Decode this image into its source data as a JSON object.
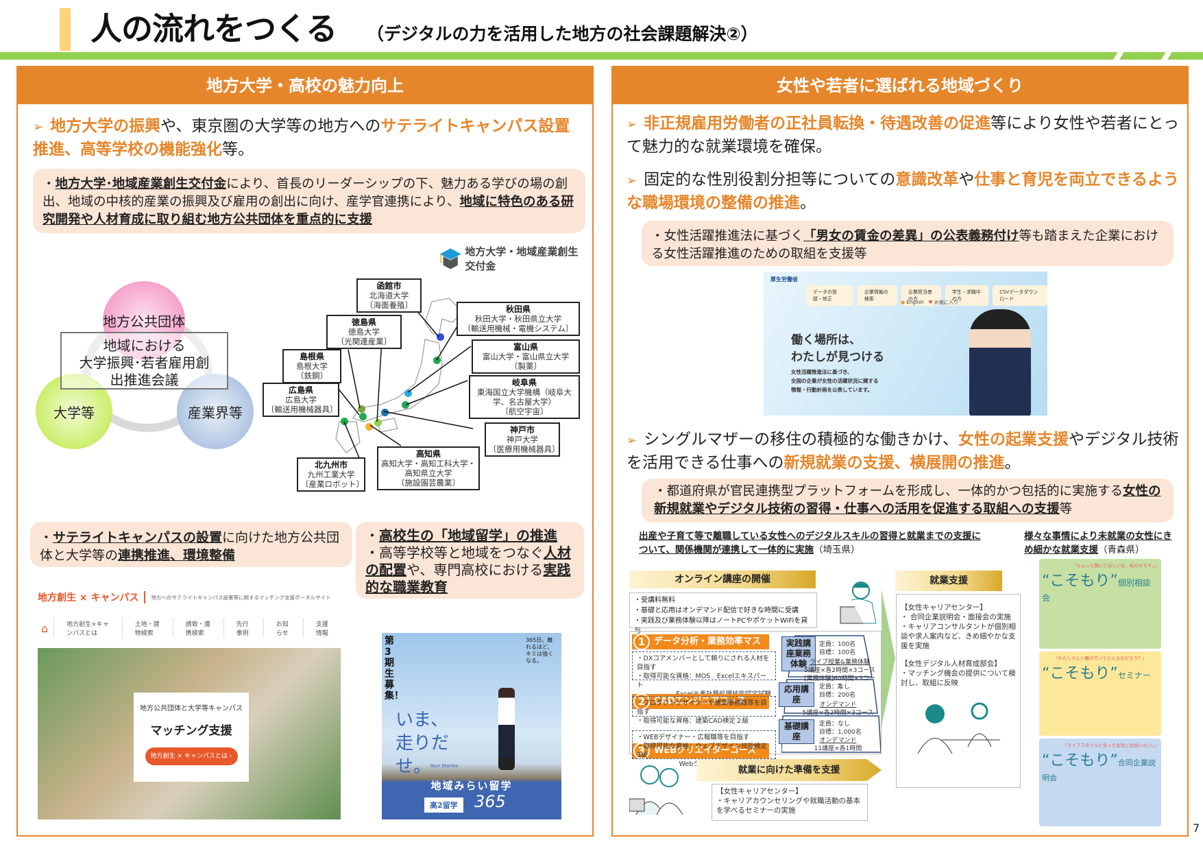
{
  "header": {
    "title": "人の流れをつくる",
    "subtitle": "（デジタルの力を活用した地方の社会課題解決②）"
  },
  "left": {
    "heading": "地方大学・高校の魅力向上",
    "lead": {
      "hl1": "地方大学の振興",
      "t1": "や、東京圏の大学等の地方への",
      "hl2": "サテライトキャンパス設置推進、高等学校の機能強化",
      "t2": "等。"
    },
    "box1": {
      "bullet": "・",
      "u1": "地方大学･地域産業創生交付金",
      "t1": "により、首長のリーダーシップの下、魅力ある学びの場の創出、地域の中核的産業の振興及び雇用の創出に向け、産学官連携により、",
      "u2": "地域に特色のある研究開発や人材育成に取り組む地方公共団体を重点的に支援"
    },
    "grant_logo": "地方大学・地域産業創生交付金",
    "venn": {
      "top": "地方公共団体",
      "left": "大学等",
      "right": "産業界等",
      "center_l1": "地域における",
      "center_l2": "大学振興･若者雇用創",
      "center_l3": "出推進会議"
    },
    "map_labels": [
      {
        "name": "函館市",
        "univ": "北海道大学",
        "field": "〔海面養殖〕"
      },
      {
        "name": "秋田県",
        "univ": "秋田大学・秋田県立大学",
        "field": "〔輸送用機械・電機システム〕"
      },
      {
        "name": "徳島県",
        "univ": "徳島大学",
        "field": "〔光関連産業〕"
      },
      {
        "name": "富山県",
        "univ": "富山大学・富山県立大学",
        "field": "〔製薬〕"
      },
      {
        "name": "島根県",
        "univ": "島根大学",
        "field": "〔鉄鋼〕"
      },
      {
        "name": "岐阜県",
        "univ": "東海国立大学機構（岐阜大学、名古屋大学）",
        "field": "〔航空宇宙〕"
      },
      {
        "name": "広島県",
        "univ": "広島大学",
        "field": "〔輸送用機械器具〕"
      },
      {
        "name": "神戸市",
        "univ": "神戸大学",
        "field": "〔医療用機械器具〕"
      },
      {
        "name": "北九州市",
        "univ": "九州工業大学",
        "field": "〔産業ロボット〕"
      },
      {
        "name": "高知県",
        "univ": "高知大学・高知工科大学・高知県立大学",
        "field": "〔施設園芸農業〕"
      }
    ],
    "box2": {
      "bullet": "・",
      "u1": "サテライトキャンパスの設置",
      "t1": "に向けた地方公共団体と大学等の",
      "u2": "連携推進、環境整備"
    },
    "box3": {
      "b1_u": "高校生の「地域留学」の推進",
      "b2_t1": "高等学校等と地域をつなぐ",
      "b2_u1": "人材の配置",
      "b2_t2": "や、専門高校における",
      "b2_u2": "実践的な職業教育"
    },
    "campus_site": {
      "logo": "地方創生 × キャンパス",
      "tagline": "地方へのサテライトキャンパス設置等に関するマッチング支援ポータルサイト",
      "nav": [
        "地方創生×キャンパスとは",
        "土地・建物検索",
        "誘致・連携検索",
        "先行事例",
        "お知らせ",
        "支援情報"
      ],
      "card_l1": "地方公共団体と大学等キャンパス",
      "card_l2": "マッチング支援",
      "card_btn": "地方創生 × キャンパスとは ›"
    },
    "poster": {
      "recruit": "第3期生募集！",
      "tagline": "365日。離れるほど、キミは強くなる。",
      "catch": "いま、走りだせ。",
      "stories": "Your Stories",
      "program": "地域みらい留学",
      "badge": "高2留学",
      "number": "365"
    }
  },
  "right": {
    "heading": "女性や若者に選ばれる地域づくり",
    "lead1": {
      "hl": "非正規雇用労働者の正社員転換・待遇改善の促進",
      "t": "等により女性や若者にとって魅力的な就業環境を確保。"
    },
    "lead2": {
      "t1": "固定的な性別役割分担等についての",
      "hl1": "意識改革",
      "t2": "や",
      "hl2": "仕事と育児を両立できるような職場環境の整備の推進",
      "t3": "。"
    },
    "box1": {
      "t1": "・女性活躍推進法に基づく",
      "u": "「男女の賃金の差異」の公表義務付け",
      "t2": "等も踏まえた企業における女性活躍推進のための取組を支援等"
    },
    "mhlw_site": {
      "logo": "厚生労働省",
      "nav": [
        "データの登録・修正",
        "企業情報の検索",
        "企業担当者の方",
        "学生・求職中の方",
        "CSVデータダウンロード"
      ],
      "english": "English",
      "favorites": "お気に入り",
      "hero_l1": "働く場所は、",
      "hero_l2": "わたしが見つける",
      "desc": [
        "女性活躍推進法に基づき、",
        "全国の企業が女性の活躍状況に関する",
        "情報・行動計画を公表しています。"
      ]
    },
    "lead3": {
      "t1": "シングルマザーの移住の積極的な働きかけ、",
      "hl1": "女性の起業支援",
      "t2": "やデジタル技術を活用できる仕事への",
      "hl2": "新規就業の支援、横展開の推進",
      "t3": "。"
    },
    "box2": {
      "t1": "・都道府県が官民連携型プラットフォームを形成し、一体的かつ包括的に実施する",
      "u": "女性の新規就業やデジタル技術の習得・仕事への活用を促進する取組への支援",
      "t2": "等"
    },
    "saitama": {
      "caption_u": "出産や子育て等で離職している女性へのデジタルスキルの習得と就業までの支援について、関係機関が連携して一体的に実施",
      "caption_pref": "（埼玉県）",
      "online_head": "オンライン講座の開催",
      "online_points": [
        "・受講料無料",
        "・基礎と応用はオンデマンド配信で好きな時間に受講",
        "・実践及び業務体験以降はノートPCやポケットWiFiを貸与"
      ],
      "courses": [
        {
          "num": "1",
          "title": "データ分析・業務効率マスターコース",
          "desc": [
            "・DXコアメンバーとして頼りにされる人材を目指す",
            "・取得可能な資格：MOS　Excelエキスパート",
            "Excel®表計算処理技能認定試験"
          ]
        },
        {
          "num": "2",
          "title": "CADエンジニアコース",
          "desc": [
            "・プロダクトデザイナーや建築事務職等を目指す",
            "・取得可能な資格：建築CAD検定２級"
          ]
        },
        {
          "num": "3",
          "title": "WEBクリエイターコース",
          "desc": [
            "・WEBデザイナー・広報職等を目指す",
            "・取得可能な資格：ウェブデザイン技能検定3級",
            "Webクリエイター能力認定試験"
          ]
        }
      ],
      "tiers": [
        {
          "label": "実践講座業務体験",
          "cap": "定員：100名",
          "goal": "目標：100名",
          "mode": "ライブ授業&業務体験",
          "detail": "5講座×各2時間×3コース",
          "detail2": "[業務体験]60時間×3コース"
        },
        {
          "label": "応用講座",
          "cap": "定員：なし",
          "goal": "目標：200名",
          "mode": "オンデマンド",
          "detail": "5講座×各2時間×3コース"
        },
        {
          "label": "基礎講座",
          "cap": "定員：なし",
          "goal": "目標：1,000名",
          "mode": "オンデマンド",
          "detail": "11講座×各1時間"
        }
      ],
      "prep_head": "就業に向けた準備を支援",
      "prep_l1": "【女性キャリアセンター】",
      "prep_l2": "・キャリアカウンセリングや就職活動の基本を学べるセミナーの実施",
      "support_head": "就業支援",
      "support_lines": [
        "【女性キャリアセンター】",
        "・ 合同企業説明会・面接会の実施",
        "・キャリアコンサルタントが個別相談や求人案内など、きめ細やかな支援を実施",
        "",
        "【女性デジタル人材育成部会】",
        "・マッチング機会の提供について検討し、取組に反映"
      ]
    },
    "aomori": {
      "caption_u": "様々な事情により未就業の女性にきめ細かな就業支援",
      "caption_pref": "（青森県）",
      "cards": [
        {
          "tag": "『ちょっと聞いてほしいな、私のキモチ。』",
          "title": "“こそもり”",
          "sub": "個別相談会",
          "color": "#c6e0a4"
        },
        {
          "tag": "『わたしらしい働き方ってどんなのだろう？』",
          "title": "“こそもり”",
          "sub": "セミナー",
          "color": "#fde89a"
        },
        {
          "tag": "『ライフスタイルに合った会社に出会いたい。』",
          "title": "“こそもり”",
          "sub": "合同企業説明会",
          "color": "#c5d9f0"
        }
      ]
    }
  },
  "page_number": "7"
}
